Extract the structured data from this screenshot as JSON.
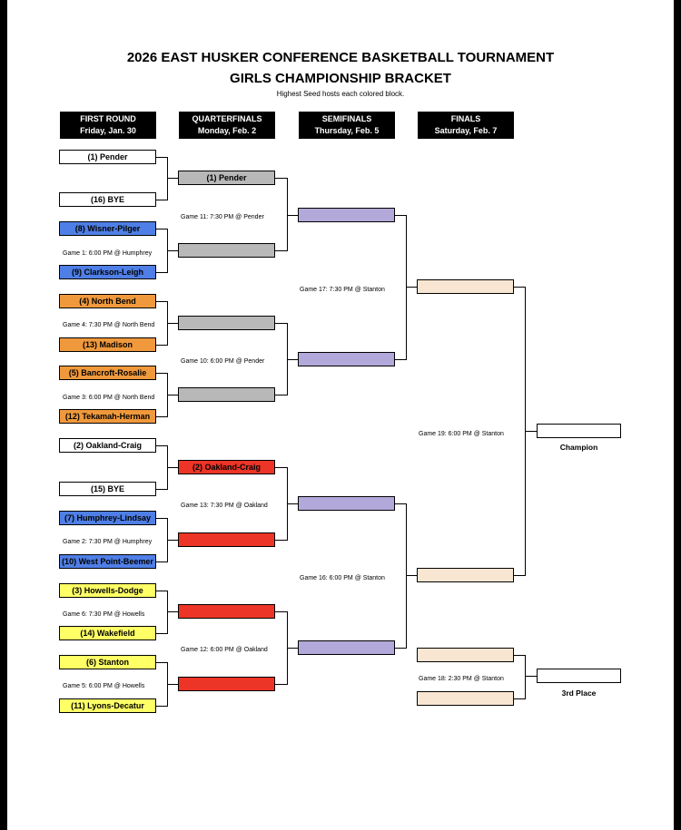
{
  "title": {
    "line1": "2026 EAST HUSKER CONFERENCE BASKETBALL TOURNAMENT",
    "line2": "GIRLS CHAMPIONSHIP BRACKET",
    "note": "Highest Seed hosts each colored block."
  },
  "rounds": [
    {
      "name": "FIRST ROUND",
      "date": "Friday, Jan. 30"
    },
    {
      "name": "QUARTERFINALS",
      "date": "Monday, Feb. 2"
    },
    {
      "name": "SEMIFINALS",
      "date": "Thursday, Feb. 5"
    },
    {
      "name": "FINALS",
      "date": "Saturday, Feb. 7"
    }
  ],
  "first_round": [
    "(1) Pender",
    "(16) BYE",
    "(8) Wisner-Pilger",
    "(9) Clarkson-Leigh",
    "(4) North Bend",
    "(13) Madison",
    "(5) Bancroft-Rosalie",
    "(12) Tekamah-Herman",
    "(2) Oakland-Craig",
    "(15) BYE",
    "(7) Humphrey-Lindsay",
    "(10) West Point-Beemer",
    "(3) Howells-Dodge",
    "(14) Wakefield",
    "(6) Stanton",
    "(11) Lyons-Decatur"
  ],
  "quarterfinals": [
    "(1) Pender",
    "",
    "",
    "",
    "(2) Oakland-Craig",
    "",
    "",
    ""
  ],
  "semifinals": [
    "",
    "",
    "",
    ""
  ],
  "finals": [
    "",
    "",
    "",
    ""
  ],
  "results": {
    "champion": "",
    "third": ""
  },
  "games": {
    "g1": "Game 1: 6:00 PM @   Humphrey",
    "g4": "Game 4: 7:30 PM @   North Bend",
    "g3": "Game 3: 6:00 PM @   North Bend",
    "g2": "Game 2: 7:30 PM @   Humphrey",
    "g6": "Game 6: 7:30 PM @   Howells",
    "g5": "Game 5: 6:00 PM @   Howells",
    "g11": "Game 11: 7:30 PM @  Pender",
    "g10": "Game 10: 6:00 PM @  Pender",
    "g13": "Game 13: 7:30 PM @  Oakland",
    "g12": "Game 12: 6:00 PM @  Oakland",
    "g17": "Game 17: 7:30 PM @  Stanton",
    "g16": "Game 16: 6:00 PM @  Stanton",
    "g19": "Game 19: 6:00 PM @  Stanton",
    "g18": "Game 18: 2:30 PM @  Stanton"
  },
  "labels": {
    "champion": "Champion",
    "third_place": "3rd Place"
  },
  "colors": {
    "blue": "#4f7fe6",
    "orange": "#f0993c",
    "yellow": "#ffff66",
    "gray": "#b8b8b8",
    "red": "#ec3526",
    "purple": "#b3a8da",
    "peach": "#f9e6d2",
    "header": "#000000"
  }
}
